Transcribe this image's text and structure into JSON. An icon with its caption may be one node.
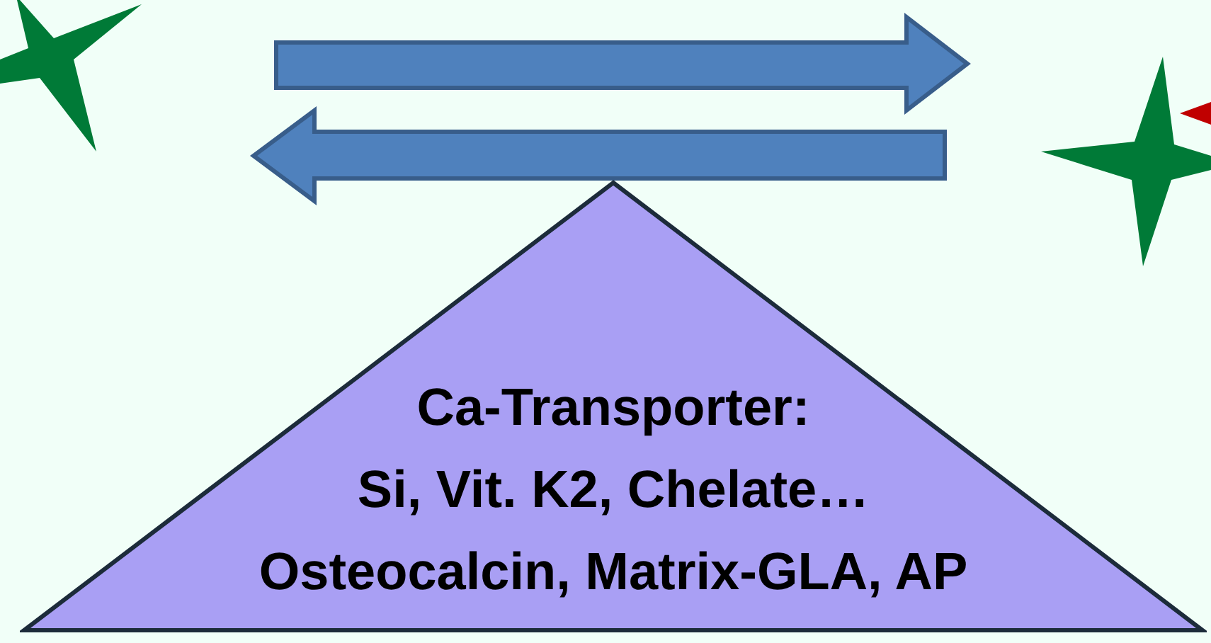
{
  "diagram": {
    "nodes": [
      {
        "text": [
          "Ca-Transporter:",
          "Si, Vit. K2, Chelate…",
          "Osteocalcin, Matrix-GLA, AP"
        ]
      }
    ]
  }
}
